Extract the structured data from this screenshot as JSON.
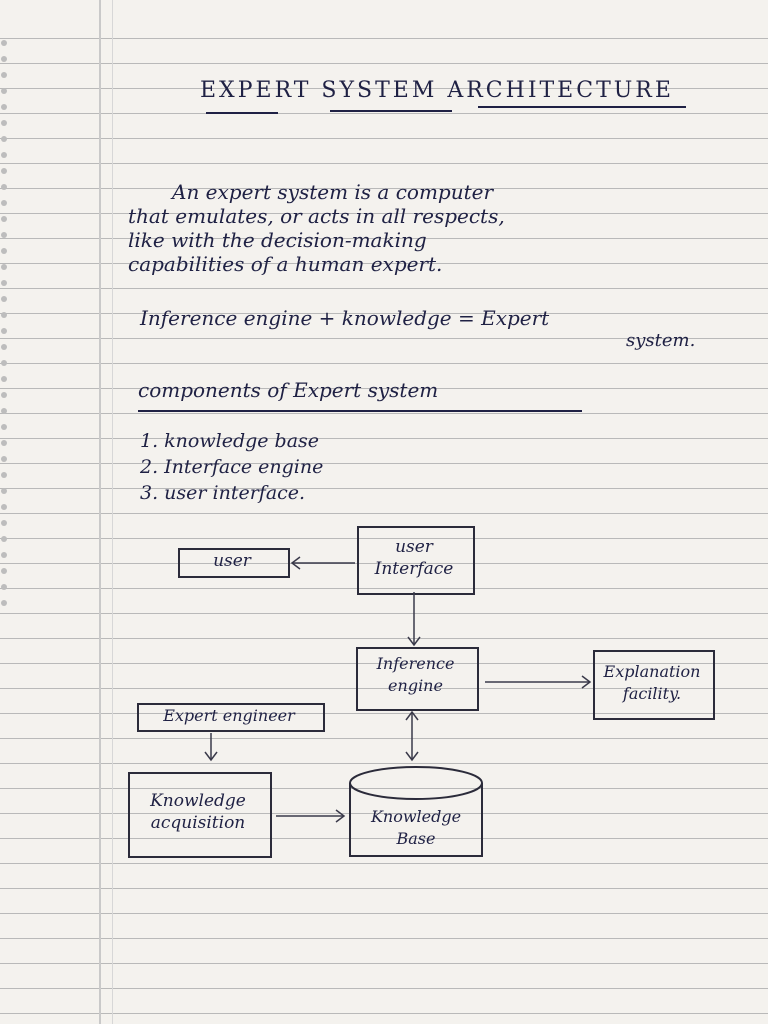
{
  "title": "EXPERT SYSTEM ARCHITECTURE",
  "intro": {
    "lines": [
      "An expert system is a computer",
      "that emulates, or acts in all respects,",
      "like with the decision-making",
      "capabilities of a human expert."
    ]
  },
  "equation": {
    "line1": "Inference engine + knowledge = Expert",
    "line2": "system."
  },
  "components": {
    "heading": "components of Expert system",
    "items": [
      "1. knowledge base",
      "2. Interface engine",
      "3. user interface."
    ]
  },
  "diagram": {
    "user": "user",
    "user_interface": "user Interface",
    "inference_engine": "Inference engine",
    "explanation_facility": "Explanation facility.",
    "expert_engineer": "Expert engineer",
    "knowledge_acquisition": "Knowledge acquisition",
    "knowledge_base": "Knowledge Base"
  }
}
